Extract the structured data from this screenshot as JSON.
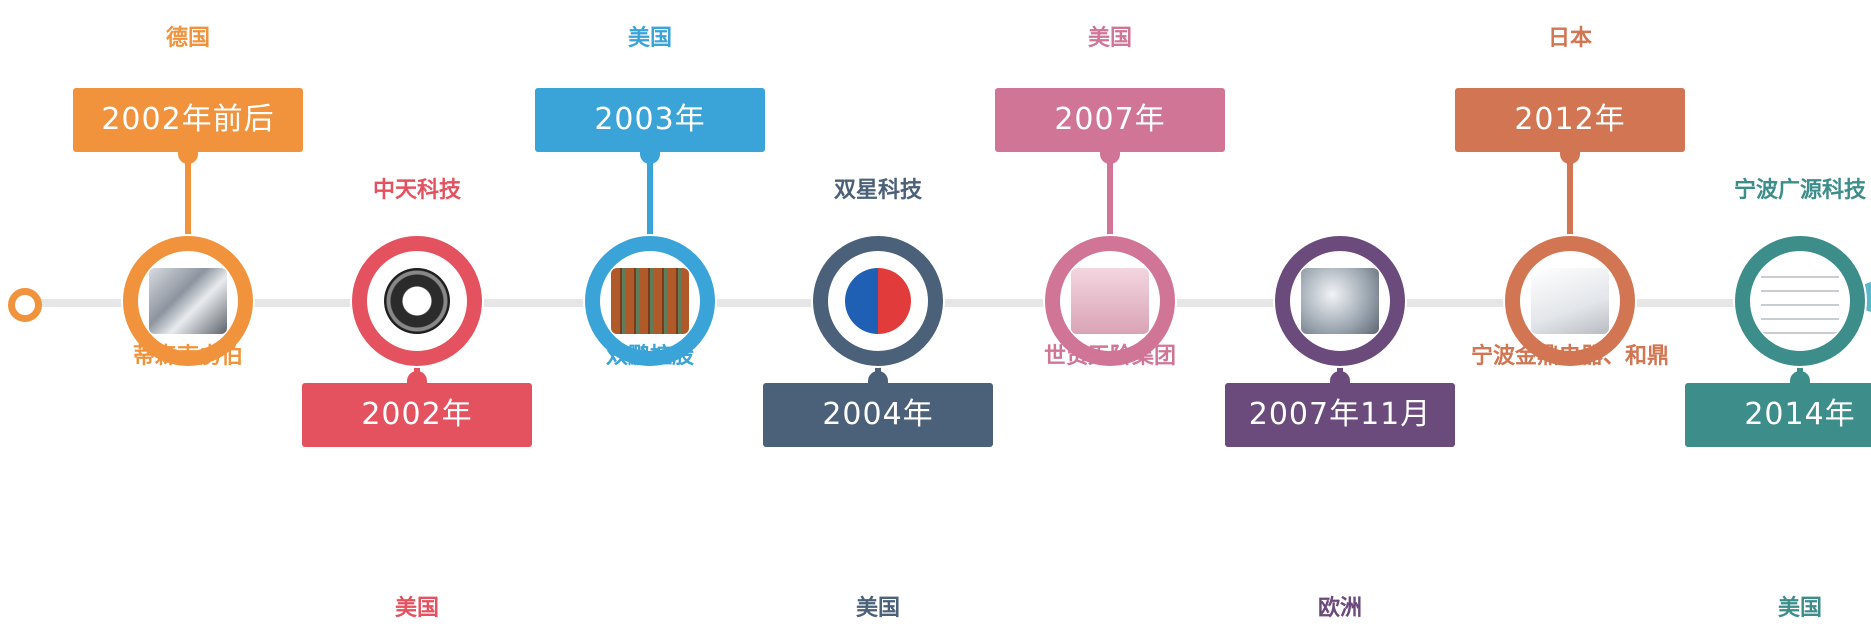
{
  "colors": {
    "orange": "#f0933c",
    "red": "#e4515f",
    "blue": "#3aa4d8",
    "navy": "#4b6079",
    "pink": "#d07596",
    "purple": "#6b4a7c",
    "copper": "#d27552",
    "teal": "#3d8e8a"
  },
  "timeline": {
    "start_label": "·",
    "end_icon": "circle"
  },
  "milestones": [
    {
      "year": "2002年前后",
      "country": "德国",
      "description": "",
      "company": "蒂森克虏伯",
      "product_icon": "gear-assembly-icon",
      "side": "",
      "color": "orange",
      "position": "top"
    },
    {
      "year": "2002年",
      "country": "美国",
      "description": "",
      "company": "中天科技",
      "product_icon": "bearing-ring-icon",
      "side": "",
      "color": "red",
      "position": "bottom"
    },
    {
      "year": "2003年",
      "country": "美国",
      "description": "",
      "company": "双鹏控股",
      "product_icon": "cylinder-stack-icon",
      "side": "",
      "color": "blue",
      "position": "top"
    },
    {
      "year": "2004年",
      "country": "美国",
      "description": "",
      "company": "双星科技",
      "product_icon": "swirl-logo-icon",
      "side": "",
      "color": "navy",
      "position": "bottom"
    },
    {
      "year": "2007年",
      "country": "美国",
      "description": "",
      "company": "世贸天阶集团",
      "product_icon": "panel-sheet-icon",
      "side": "",
      "color": "pink",
      "position": "top"
    },
    {
      "year": "2007年11月",
      "country": "欧洲",
      "description": "",
      "company": "",
      "product_icon": "metal-parts-icon",
      "side": "",
      "color": "purple",
      "position": "bottom"
    },
    {
      "year": "2012年",
      "country": "日本",
      "description": "",
      "company": "宁波金鼎电器、和鼎",
      "product_icon": "white-casing-icon",
      "side": "",
      "color": "copper",
      "position": "top"
    },
    {
      "year": "2014年",
      "country": "美国",
      "description": "",
      "company": "宁波广源科技",
      "product_icon": "wire-frame-icon",
      "side": "",
      "color": "teal",
      "position": "bottom"
    }
  ]
}
